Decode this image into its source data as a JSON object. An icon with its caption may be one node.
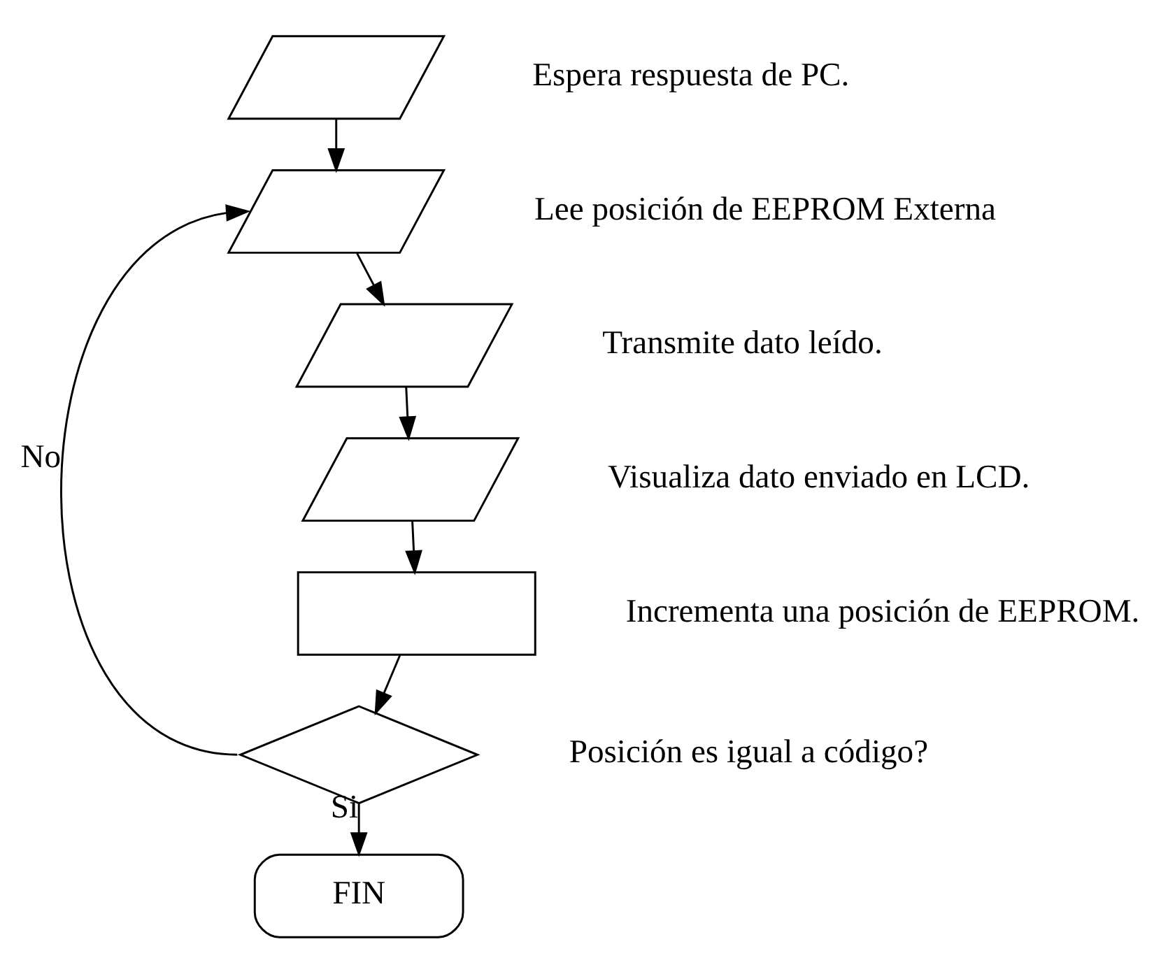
{
  "diagram": {
    "nodes": [
      {
        "text": [],
        "shape": "parallelogram",
        "beside": [
          "Espera respuesta de PC."
        ]
      },
      {
        "text": [],
        "shape": "parallelogram",
        "beside": [
          "Lee posición de EEPROM Externa"
        ]
      },
      {
        "text": [],
        "shape": "parallelogram",
        "beside": [
          "Transmite dato leído."
        ]
      },
      {
        "text": [],
        "shape": "parallelogram",
        "beside": [
          "Visualiza dato enviado en LCD."
        ]
      },
      {
        "text": [],
        "shape": "box",
        "beside": [
          "Incrementa una posición de EEPROM."
        ]
      },
      {
        "text": [],
        "shape": "diamond",
        "beside": [
          "Posición es igual a código?"
        ]
      },
      {
        "text": [
          "FIN"
        ]
      }
    ],
    "edges": [
      {
        "from": 0,
        "to": 1,
        "arrow": "to"
      },
      {
        "from": 1,
        "to": 2,
        "arrow": "to"
      },
      {
        "from": 2,
        "to": 3,
        "arrow": "to"
      },
      {
        "from": 3,
        "to": 4,
        "arrow": "to"
      },
      {
        "from": 4,
        "to": 5,
        "arrow": "to"
      },
      {
        "from": 5,
        "to": 1,
        "arrow": "to",
        "label": "No"
      },
      {
        "from": 5,
        "to": 6,
        "arrow": "to",
        "label": "Si"
      }
    ]
  }
}
